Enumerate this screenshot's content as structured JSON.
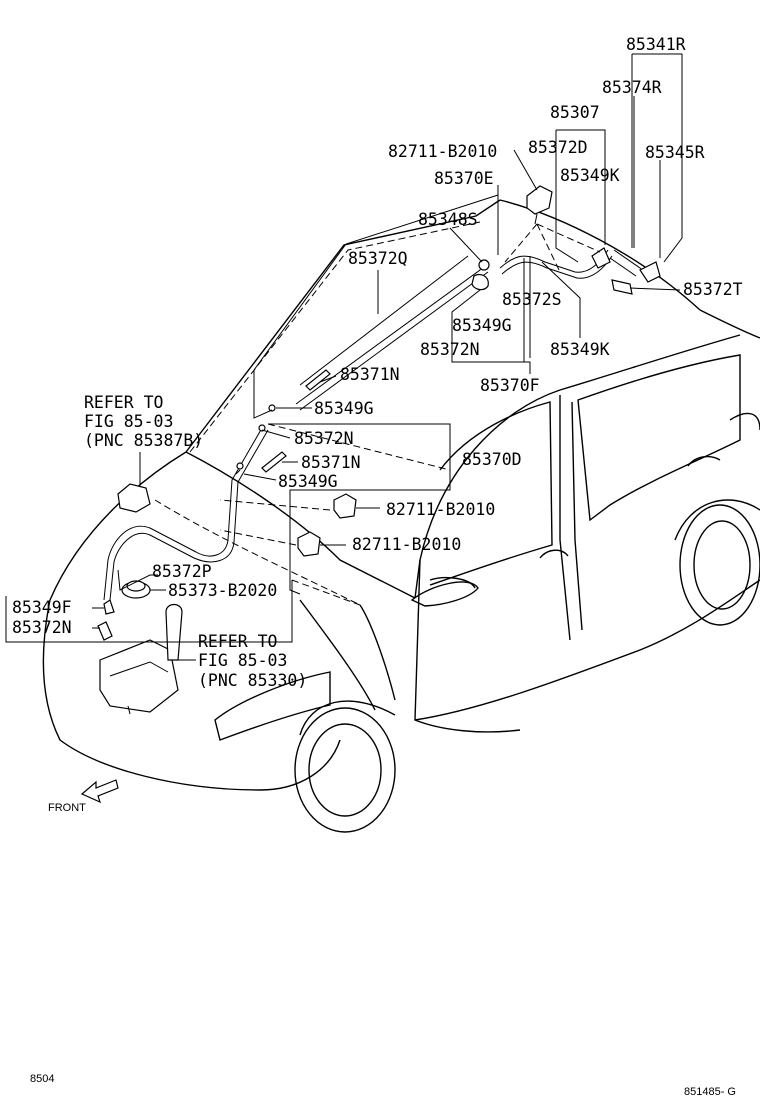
{
  "parts": {
    "p85341R": "85341R",
    "p85374R": "85374R",
    "p85307": "85307",
    "p82711_top": "82711-B2010",
    "p85372D": "85372D",
    "p85345R": "85345R",
    "p85370E": "85370E",
    "p85349K_top": "85349K",
    "p85348S": "85348S",
    "p85372Q": "85372Q",
    "p85372T": "85372T",
    "p85372S": "85372S",
    "p85349G_mid": "85349G",
    "p85372N_mid": "85372N",
    "p85349K_mid": "85349K",
    "p85370F": "85370F",
    "p85371N_a": "85371N",
    "p85349G_a": "85349G",
    "p85372N_b": "85372N",
    "p85370D": "85370D",
    "p85371N_b": "85371N",
    "p85349G_b": "85349G",
    "p82711_mid": "82711-B2010",
    "p82711_low": "82711-B2010",
    "p85372P": "85372P",
    "p85373": "85373-B2020",
    "p85349F": "85349F",
    "p85372N_low": "85372N"
  },
  "refs": {
    "ref1_line1": "REFER TO",
    "ref1_line2": "FIG 85-03",
    "ref1_line3": "(PNC 85387B)",
    "ref2_line1": "REFER TO",
    "ref2_line2": "FIG 85-03",
    "ref2_line3": "(PNC 85330)"
  },
  "front_label": "FRONT",
  "footer": {
    "left_code": "8504",
    "right_code": "851485- G"
  }
}
